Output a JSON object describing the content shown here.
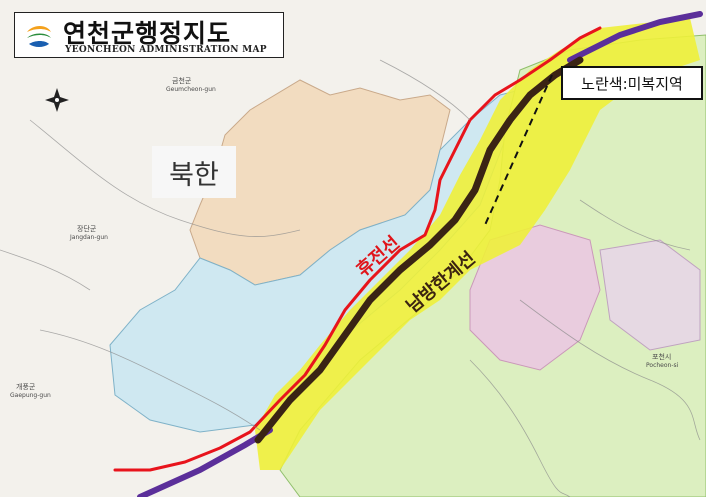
{
  "title": {
    "korean": "연천군행정지도",
    "english": "YEONCHEON ADMINISTRATION MAP"
  },
  "labels": {
    "north_korea": "북한",
    "dmz_line": "휴전선",
    "border_line": "남방한계선",
    "unrecovered_legend": "노란색:미복지역"
  },
  "places": {
    "geumcheon": "금천군",
    "geumcheon_rom": "Geumcheon-gun",
    "jangdan": "장단군",
    "jangdan_rom": "Jangdan-gun",
    "gaepung": "개풍군",
    "gaepung_rom": "Gaepung-gun",
    "pocheon": "포천시",
    "pocheon_rom": "Pocheon-si"
  },
  "colors": {
    "nk_region": "#f2dcc0",
    "west_region": "#cfe8f1",
    "east_region": "#dcefc0",
    "unrecovered_zone": "#eef03a",
    "dmz_line": "#e8141c",
    "border_line": "#3a2414",
    "military_line": "#5b2f9a"
  }
}
